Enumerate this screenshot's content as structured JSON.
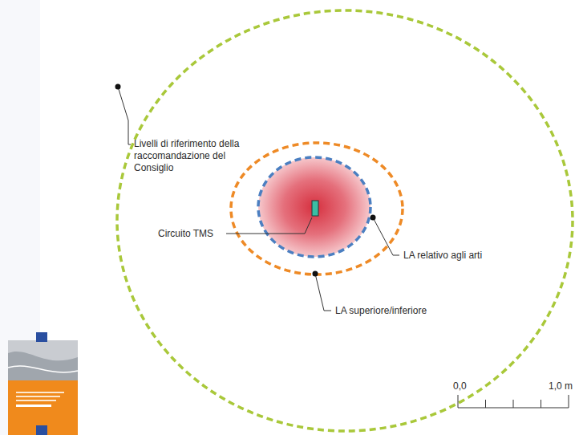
{
  "diagram": {
    "labels": [
      "Livelli di riferimento della raccomandazione del Consiglio",
      "Circuito TMS",
      "LA relativo agli arti",
      "LA superiore/inferiore",
      "0,0",
      "1,0 m"
    ]
  }
}
